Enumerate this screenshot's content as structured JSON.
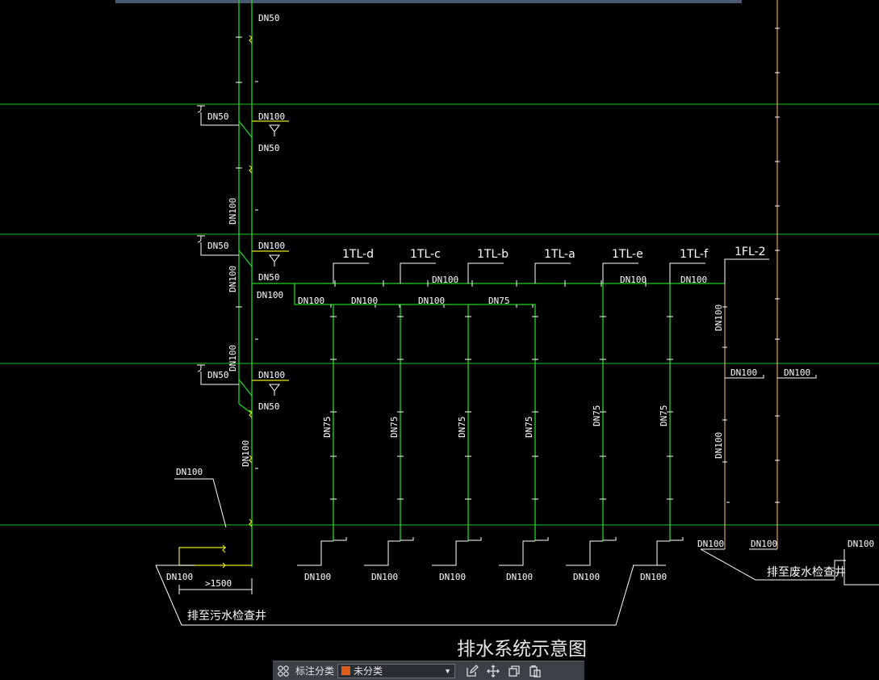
{
  "drawing": {
    "title": "排水系统示意图",
    "stack_labels": [
      "1TL-d",
      "1TL-c",
      "1TL-b",
      "1TL-a",
      "1TL-e",
      "1TL-f",
      "1FL-2"
    ],
    "outlet_label_sewage": "排至污水检查井",
    "outlet_label_waste": "排至废水检查井",
    "dimension": ">1500",
    "pipe_labels": {
      "dn50": "DN50",
      "dn75": "DN75",
      "dn100": "DN100"
    },
    "colors": {
      "background": "#000000",
      "floor_line": "#22c422",
      "pipe": "#22d422",
      "fitting": "#e6e61e",
      "waste_pipe": "#e6b280",
      "text": "#ffffff"
    }
  },
  "toolbar": {
    "icon_group": "grid-icon",
    "category_label": "标注分类",
    "category_value": "未分类",
    "category_color": "#e25c1e",
    "icons": [
      "edit-icon",
      "move-icon",
      "copy-icon",
      "paste-icon"
    ]
  }
}
